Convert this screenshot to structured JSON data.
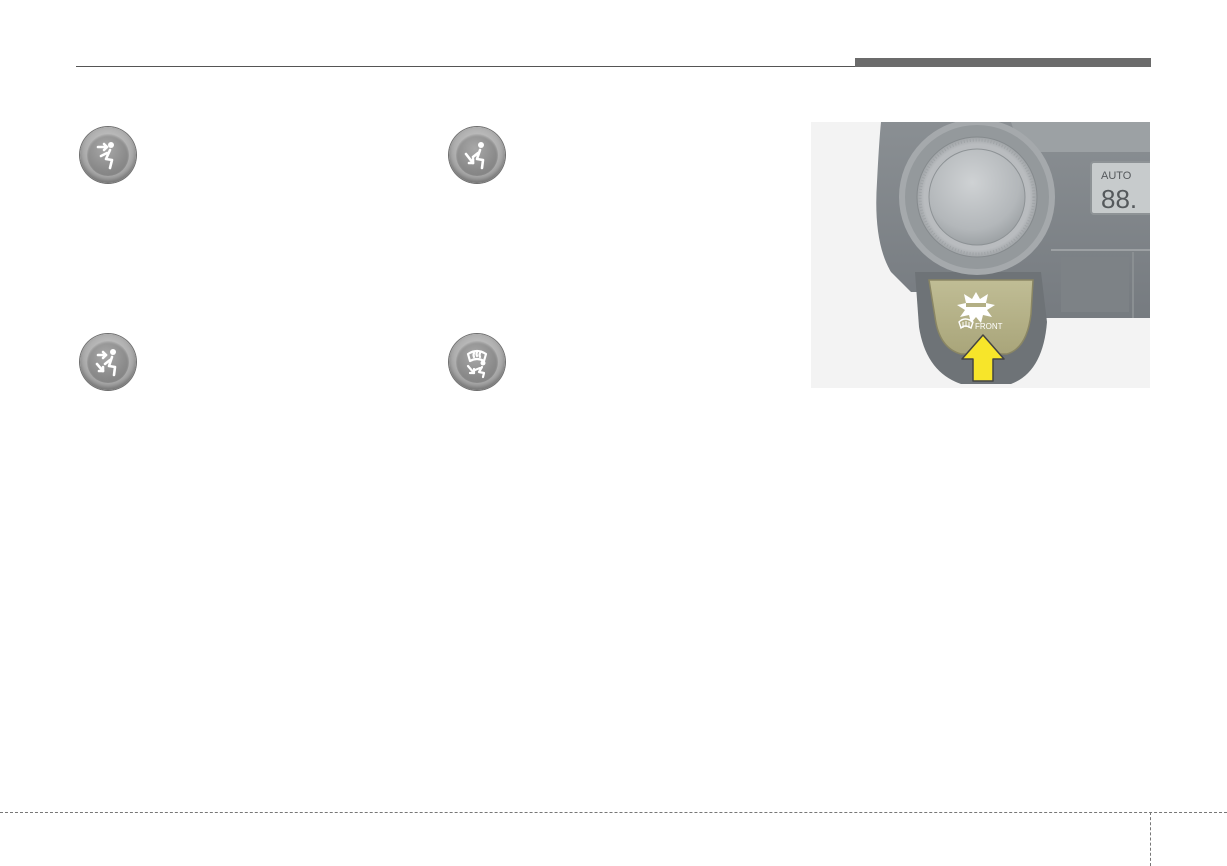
{
  "icons": [
    {
      "id": "face",
      "name": "face-level-vent-icon"
    },
    {
      "id": "floor",
      "name": "floor-level-vent-icon"
    },
    {
      "id": "bilevel",
      "name": "bi-level-vent-icon"
    },
    {
      "id": "floor_defrost",
      "name": "floor-defrost-vent-icon"
    }
  ],
  "panel": {
    "display_mode": "AUTO",
    "display_digits": "88.",
    "button_label": "FRONT"
  },
  "colors": {
    "header_tab": "#6b6b6b",
    "button_highlight": "#b8b48a",
    "arrow": "#f7e52a"
  }
}
